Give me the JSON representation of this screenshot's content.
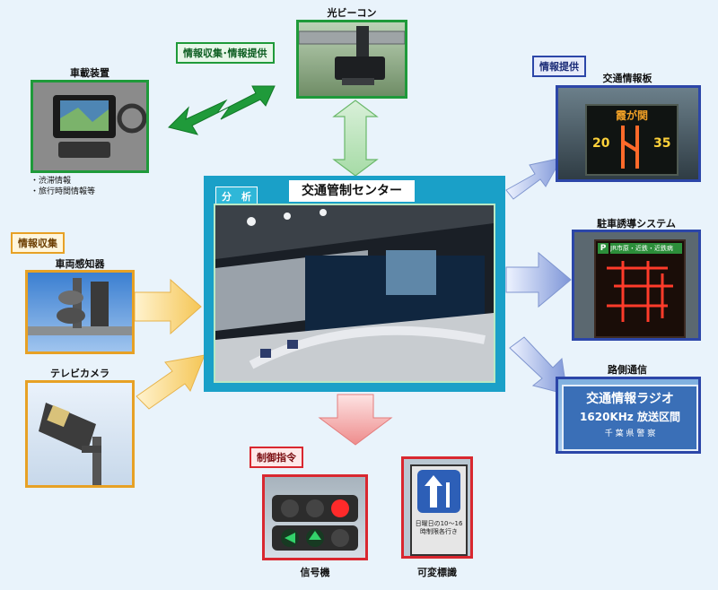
{
  "tags": {
    "collect_provide": "情報収集･情報提供",
    "provide": "情報提供",
    "collect": "情報収集",
    "control": "制御指令",
    "analysis": "分　析"
  },
  "captions": {
    "beacon": "光ビーコン",
    "car_device": "車載装置",
    "vehicle_sensor": "車両感知器",
    "tv_camera": "テレビカメラ",
    "traffic_board": "交通情報板",
    "parking": "駐車誘導システム",
    "roadside": "路側通信",
    "signal": "信号機",
    "variable_sign": "可変標識",
    "center": "交通管制センター"
  },
  "car_info": [
    "・渋滞情報",
    "・旅行時間情報等"
  ],
  "board_text": {
    "place": "霞が関",
    "left_num": "20",
    "right_num": "35"
  },
  "parking_text": {
    "p": "P",
    "line": "JR市原・近鉄・近鉄病"
  },
  "radio_text": {
    "line1": "交通情報ラジオ",
    "line2": "1620KHz 放送区間",
    "line3": "千 葉 県 警 察"
  },
  "sign_text": "日曜日の10～16時制限各行き",
  "colors": {
    "green": "#1f9a3a",
    "blue": "#2c46a8",
    "orange": "#e7a125",
    "red": "#d9272f",
    "center_frame": "#1aa0c8"
  }
}
